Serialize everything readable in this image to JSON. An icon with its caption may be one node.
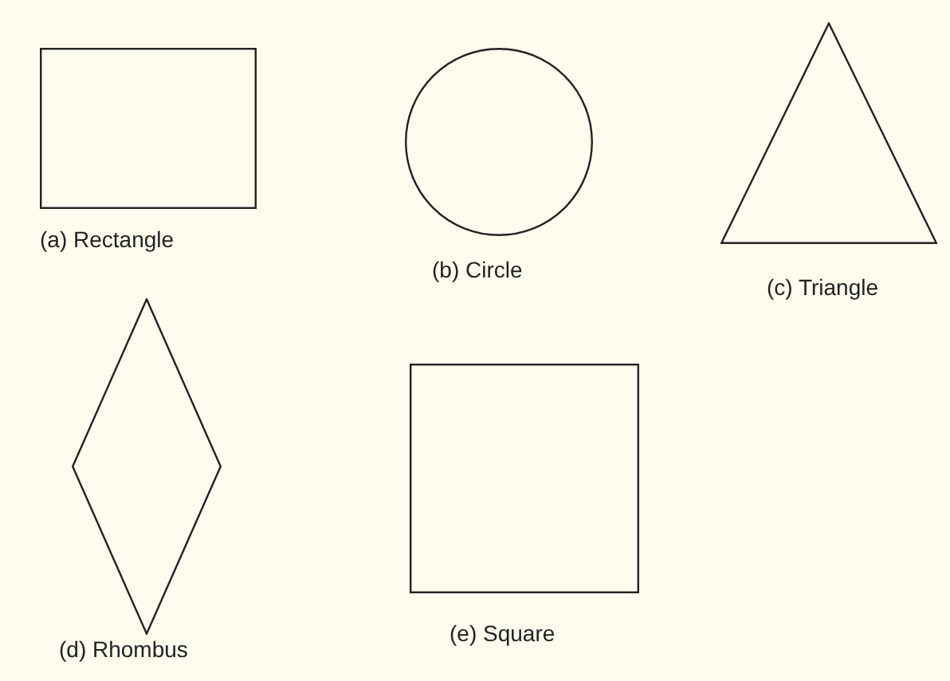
{
  "diagram": {
    "nodes": [
      {
        "text": [],
        "shape": "box",
        "beside": [
          "(a) Rectangle"
        ]
      },
      {
        "text": [],
        "shape": "circle",
        "beside": [
          "(b) Circle"
        ]
      },
      {
        "text": [],
        "shape": "triangle",
        "beside": [
          "(c) Triangle"
        ]
      },
      {
        "text": [],
        "shape": "diamond",
        "beside": [
          "(d) Rhombus"
        ]
      },
      {
        "text": [],
        "shape": "box",
        "beside": [
          "(e) Square"
        ]
      }
    ]
  }
}
